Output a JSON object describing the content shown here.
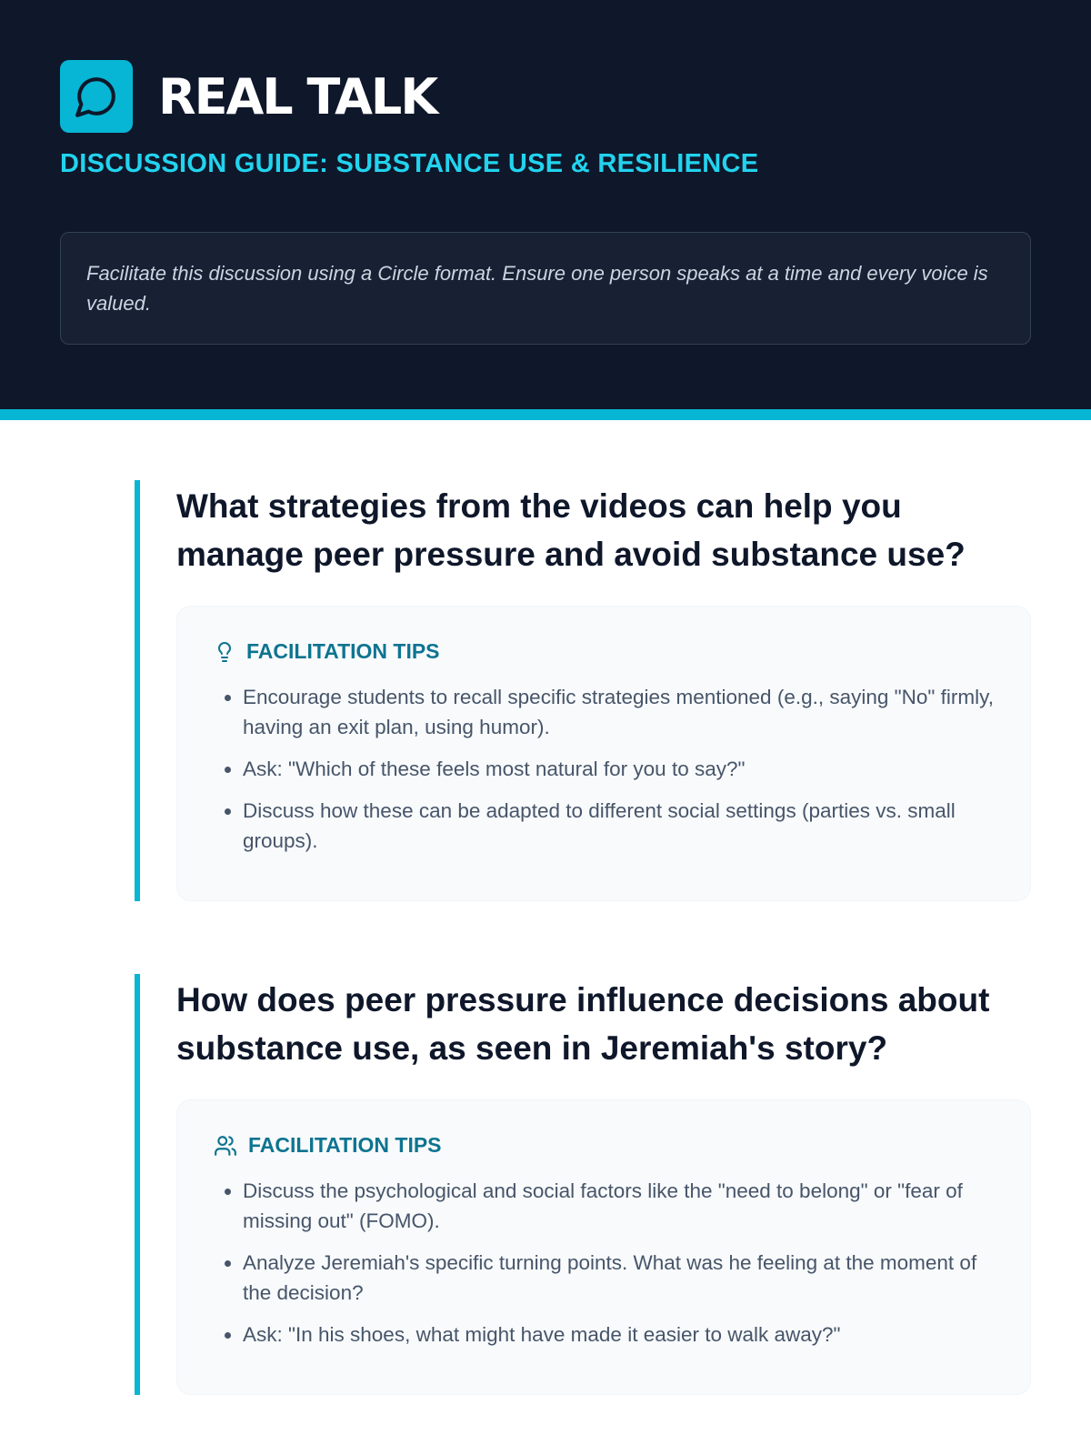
{
  "header": {
    "brand": "REAL TALK",
    "subtitle": "DISCUSSION GUIDE: SUBSTANCE USE & RESILIENCE",
    "note": "Facilitate this discussion using a Circle format. Ensure one person speaks at a time and every voice is valued."
  },
  "colors": {
    "accent": "#06b6d4",
    "header_bg": "#0f172a",
    "tips_label": "#0e7490"
  },
  "sections": [
    {
      "question": "What strategies from the videos can help you manage peer pressure and avoid substance use?",
      "tips_icon": "lightbulb-icon",
      "tips_label": "FACILITATION TIPS",
      "tips": [
        "Encourage students to recall specific strategies mentioned (e.g., saying \"No\" firmly, having an exit plan, using humor).",
        "Ask: \"Which of these feels most natural for you to say?\"",
        "Discuss how these can be adapted to different social settings (parties vs. small groups)."
      ]
    },
    {
      "question": "How does peer pressure influence decisions about substance use, as seen in Jeremiah's story?",
      "tips_icon": "users-icon",
      "tips_label": "FACILITATION TIPS",
      "tips": [
        "Discuss the psychological and social factors like the \"need to belong\" or \"fear of missing out\" (FOMO).",
        "Analyze Jeremiah's specific turning points. What was he feeling at the moment of the decision?",
        "Ask: \"In his shoes, what might have made it easier to walk away?\""
      ]
    }
  ]
}
